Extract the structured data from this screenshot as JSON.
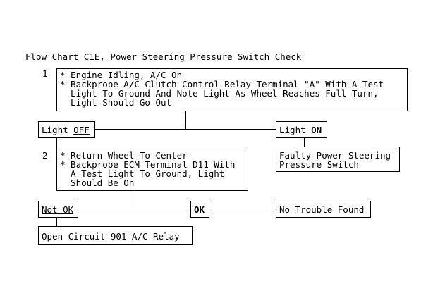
{
  "title": "Flow Chart C1E, Power Steering Pressure Switch Check",
  "step1": {
    "number": "1",
    "lines": [
      "* Engine Idling, A/C On",
      "* Backprobe A/C Clutch Control Relay Terminal \"A\" With A Test",
      "  Light To Ground And Note Light As Wheel Reaches Full Turn,",
      "  Light Should Go Out"
    ]
  },
  "branch1": {
    "left_prefix": "Light ",
    "left_emph": "OFF",
    "right_prefix": "Light ",
    "right_emph": "ON"
  },
  "result_on": {
    "lines": [
      "Faulty Power Steering",
      "Pressure Switch"
    ]
  },
  "step2": {
    "number": "2",
    "lines": [
      "* Return Wheel To Center",
      "* Backprobe ECM Terminal D11 With",
      "  A Test Light To Ground, Light",
      "  Should Be On"
    ]
  },
  "branch2": {
    "not_ok": "Not OK",
    "ok": "OK",
    "no_trouble": "No Trouble Found"
  },
  "result_not_ok": "Open Circuit 901 A/C Relay"
}
